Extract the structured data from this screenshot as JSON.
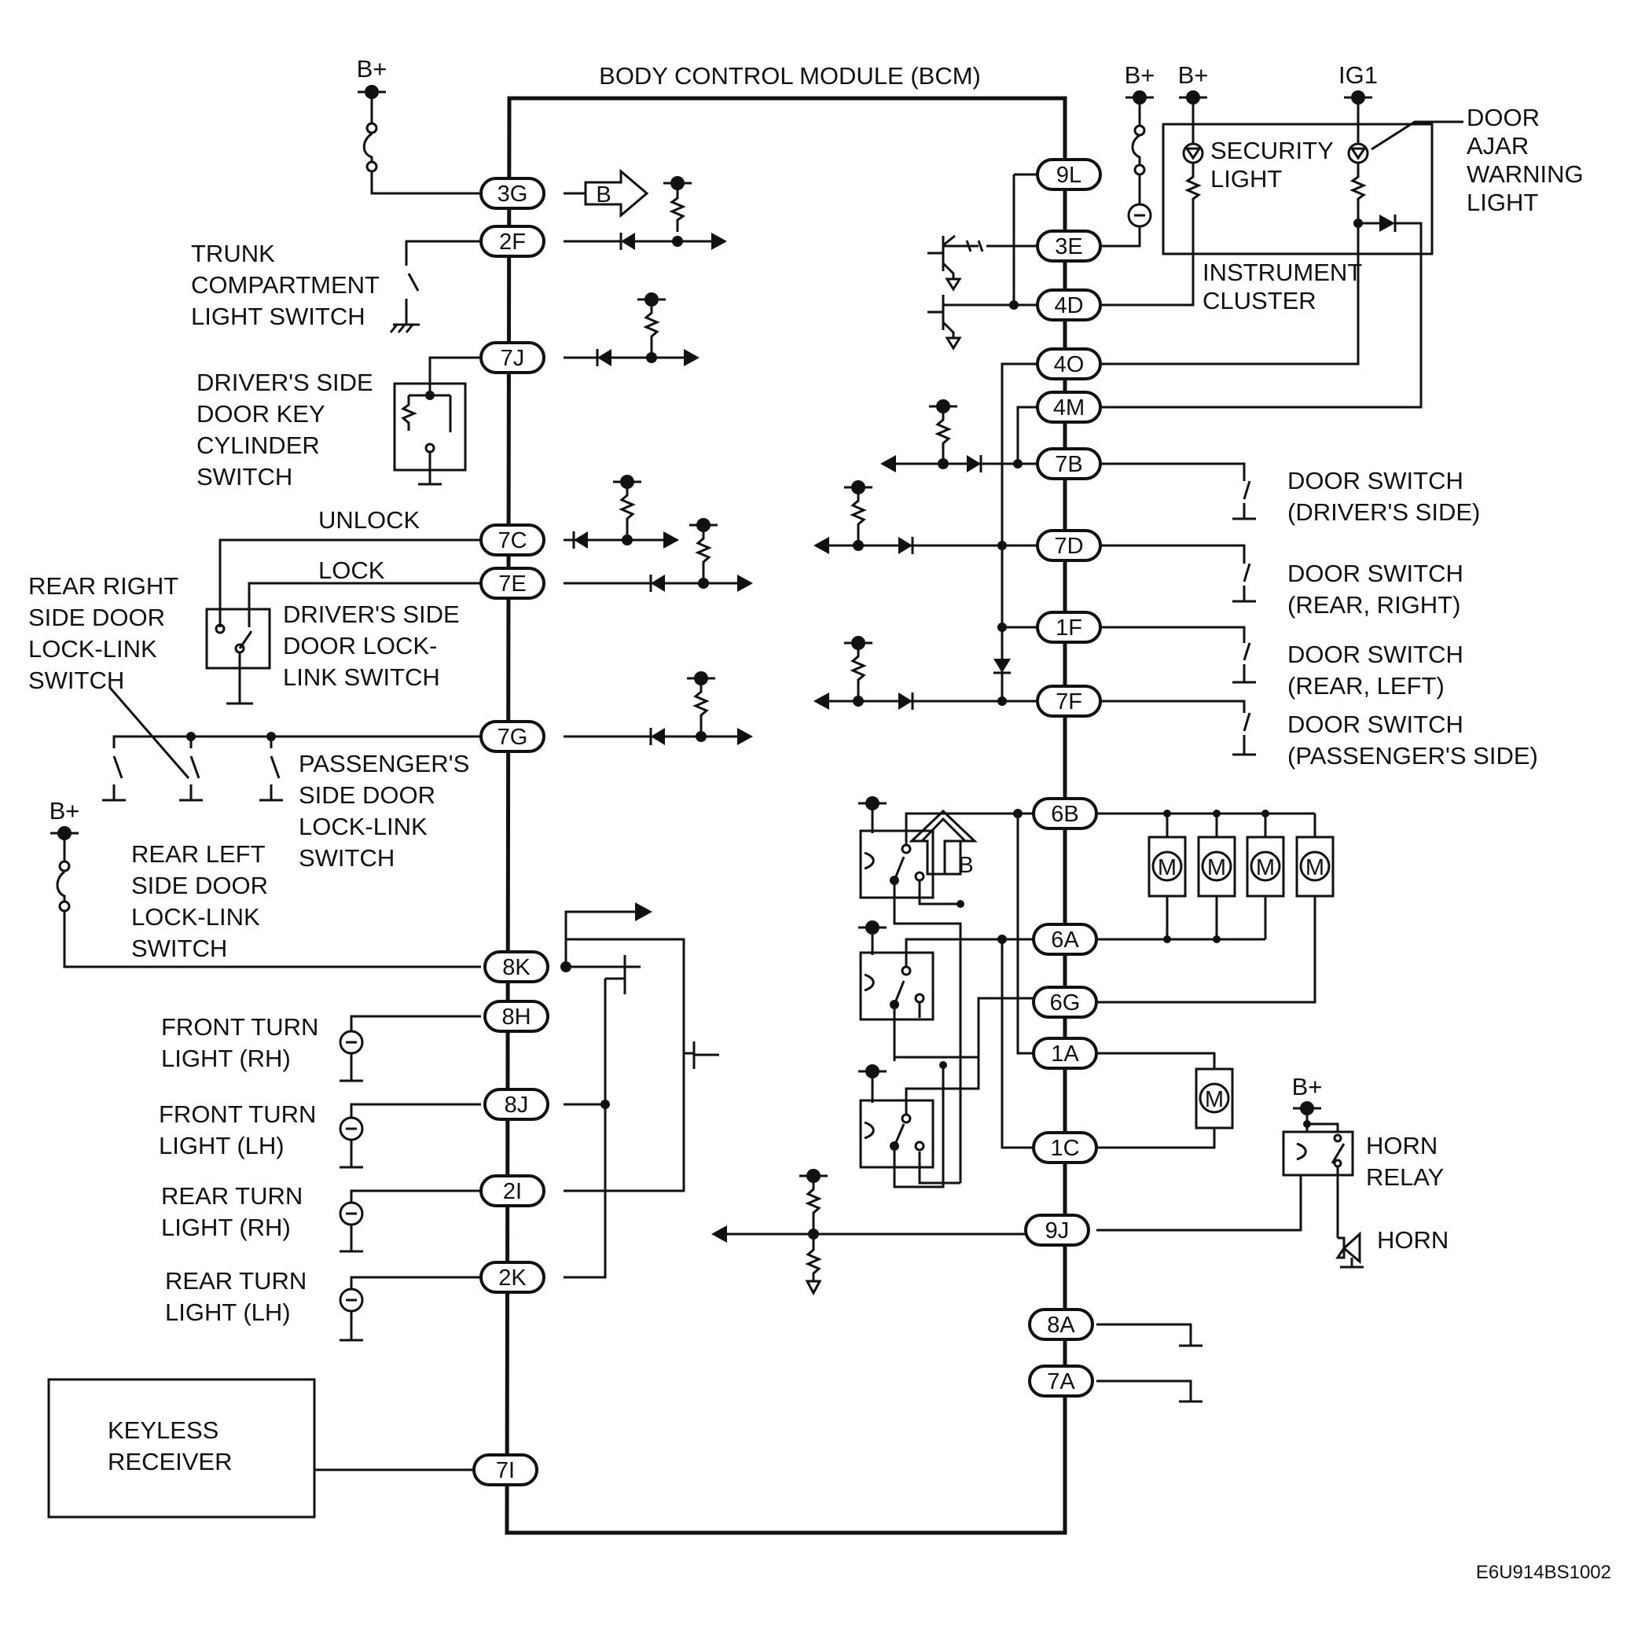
{
  "title": "BODY CONTROL MODULE (BCM)",
  "figure_code": "E6U914BS1002",
  "power_labels": {
    "bplus": "B+",
    "ig1": "IG1",
    "b_arrow": "B"
  },
  "pins": {
    "p3G": "3G",
    "p2F": "2F",
    "p7J": "7J",
    "p7C": "7C",
    "p7E": "7E",
    "p7G": "7G",
    "p8K": "8K",
    "p8H": "8H",
    "p8J": "8J",
    "p2I": "2I",
    "p2K": "2K",
    "p7I": "7I",
    "p9L": "9L",
    "p3E": "3E",
    "p4D": "4D",
    "p4O": "4O",
    "p4M": "4M",
    "p7B": "7B",
    "p7D": "7D",
    "p1F": "1F",
    "p7F": "7F",
    "p6B": "6B",
    "p6A": "6A",
    "p6G": "6G",
    "p1A": "1A",
    "p1C": "1C",
    "p9J": "9J",
    "p8A": "8A",
    "p7A": "7A"
  },
  "labels": {
    "trunk": [
      "TRUNK",
      "COMPARTMENT",
      "LIGHT SWITCH"
    ],
    "key_cyl": [
      "DRIVER'S SIDE",
      "DOOR KEY",
      "CYLINDER",
      "SWITCH"
    ],
    "unlock": "UNLOCK",
    "lock": "LOCK",
    "rr_lock": [
      "REAR RIGHT",
      "SIDE DOOR",
      "LOCK-LINK",
      "SWITCH"
    ],
    "drv_lock": [
      "DRIVER'S SIDE",
      "DOOR LOCK-",
      "LINK SWITCH"
    ],
    "pass_lock": [
      "PASSENGER'S",
      "SIDE DOOR",
      "LOCK-LINK",
      "SWITCH"
    ],
    "rl_lock": [
      "REAR LEFT",
      "SIDE DOOR",
      "LOCK-LINK",
      "SWITCH"
    ],
    "front_rh": [
      "FRONT TURN",
      "LIGHT (RH)"
    ],
    "front_lh": [
      "FRONT TURN",
      "LIGHT (LH)"
    ],
    "rear_rh": [
      "REAR TURN",
      "LIGHT (RH)"
    ],
    "rear_lh": [
      "REAR TURN",
      "LIGHT (LH)"
    ],
    "keyless": [
      "KEYLESS",
      "RECEIVER"
    ],
    "security": [
      "SECURITY",
      "LIGHT"
    ],
    "ajar": [
      "DOOR",
      "AJAR",
      "WARNING",
      "LIGHT"
    ],
    "cluster": [
      "INSTRUMENT",
      "CLUSTER"
    ],
    "ds_driver": [
      "DOOR SWITCH",
      "(DRIVER'S SIDE)"
    ],
    "ds_rr": [
      "DOOR SWITCH",
      "(REAR, RIGHT)"
    ],
    "ds_rl": [
      "DOOR SWITCH",
      "(REAR, LEFT)"
    ],
    "ds_pass": [
      "DOOR SWITCH",
      "(PASSENGER'S SIDE)"
    ],
    "horn_relay": [
      "HORN",
      "RELAY"
    ],
    "horn": "HORN",
    "motor": "M"
  }
}
